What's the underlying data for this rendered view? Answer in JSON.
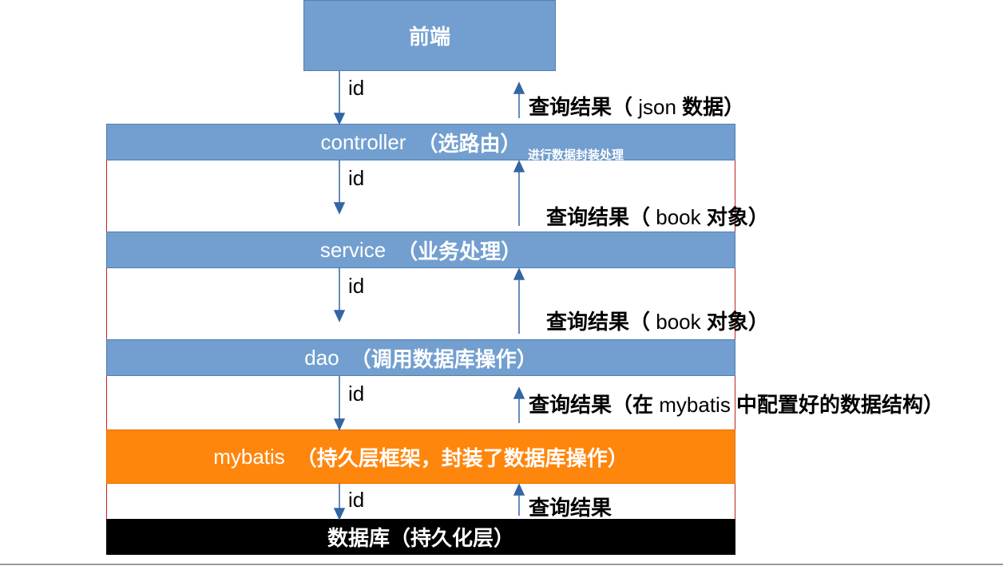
{
  "layers": {
    "frontend": "前端",
    "controller": {
      "name": "controller",
      "desc": "（选路由）",
      "note": "进行数据封装处理"
    },
    "service": {
      "name": "service",
      "desc": "（业务处理）"
    },
    "dao": {
      "name": "dao",
      "desc": "（调用数据库操作）"
    },
    "mybatis": {
      "name": "mybatis",
      "desc": "（持久层框架，封装了数据库操作）"
    },
    "database": "数据库（持久化层）"
  },
  "request_labels": [
    "id",
    "id",
    "id",
    "id",
    "id"
  ],
  "results": {
    "r1": {
      "pre": "查询结果（",
      "en": " json ",
      "post": "数据）"
    },
    "r2": {
      "pre": "查询结果（",
      "en": " book ",
      "post": "对象）"
    },
    "r3": {
      "pre": "查询结果（",
      "en": " book ",
      "post": "对象）"
    },
    "r4": {
      "pre": "查询结果（在",
      "en": " mybatis ",
      "post": "中配置好的数据结构）"
    },
    "r5": {
      "pre": "查询结果",
      "en": "",
      "post": ""
    }
  },
  "colors": {
    "layer_blue": "#729fcf",
    "mybatis_orange": "#ff860d",
    "database_black": "#000000",
    "arrow": "#3465a4",
    "outline_red": "#c9211e"
  }
}
